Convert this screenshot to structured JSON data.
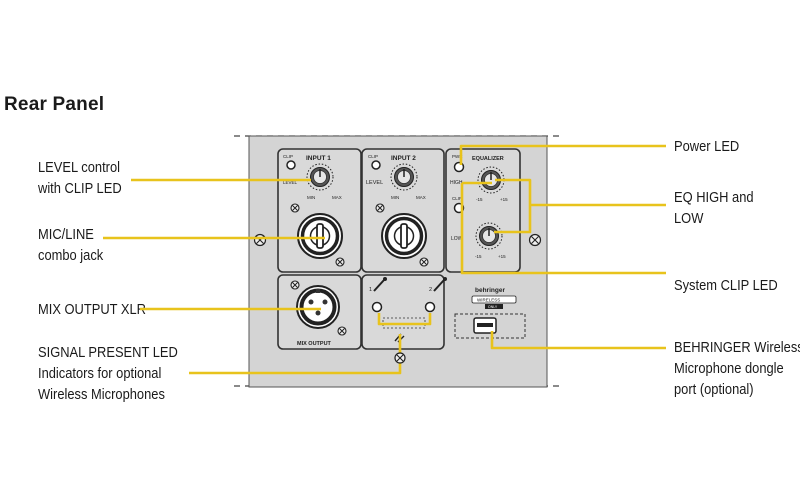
{
  "title": "Rear Panel",
  "callouts": {
    "level": [
      "LEVEL control",
      "with CLIP LED"
    ],
    "micline": [
      "MIC/LINE",
      "combo jack"
    ],
    "mixout": [
      "MIX OUTPUT XLR"
    ],
    "signal": [
      "SIGNAL PRESENT LED",
      "Indicators for optional",
      "Wireless Microphones"
    ],
    "power": [
      "Power LED"
    ],
    "eq": [
      "EQ HIGH and",
      "LOW"
    ],
    "sysclip": [
      "System CLIP LED"
    ],
    "dongle": [
      "BEHRINGER Wireless",
      "Microphone dongle",
      "port (optional)"
    ]
  },
  "panel": {
    "input1": "INPUT 1",
    "input2": "INPUT 2",
    "clip": "CLIP",
    "level": "LEVEL",
    "min": "MIN",
    "max": "MAX",
    "pwr": "PWR",
    "equalizer": "EQUALIZER",
    "high": "HIGH",
    "low": "LOW",
    "clip2": "CLIP",
    "minus15": "-15",
    "plus15": "+15",
    "mix_output": "MIX OUTPUT",
    "ch1": "1",
    "ch2": "2",
    "brand": "behringer",
    "wireless": "WIRELESS",
    "only": "ONLY"
  },
  "colors": {
    "callout": "#e8c31c",
    "panel": "#d4d4d4",
    "plate": "#d9d9d9"
  }
}
